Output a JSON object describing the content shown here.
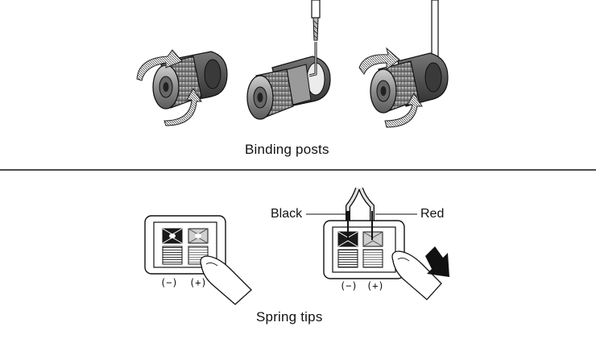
{
  "top_panel": {
    "caption": "Binding posts"
  },
  "bottom_panel": {
    "caption": "Spring tips",
    "wire_labels": {
      "black": "Black",
      "red": "Red"
    },
    "terminal_left": {
      "minus": "(−)",
      "plus": "(+)"
    },
    "terminal_right": {
      "minus": "(−)",
      "plus": "(+)"
    }
  },
  "colors": {
    "ink": "#111111",
    "gray": "#8a8a8a",
    "light": "#d8d8d8"
  }
}
